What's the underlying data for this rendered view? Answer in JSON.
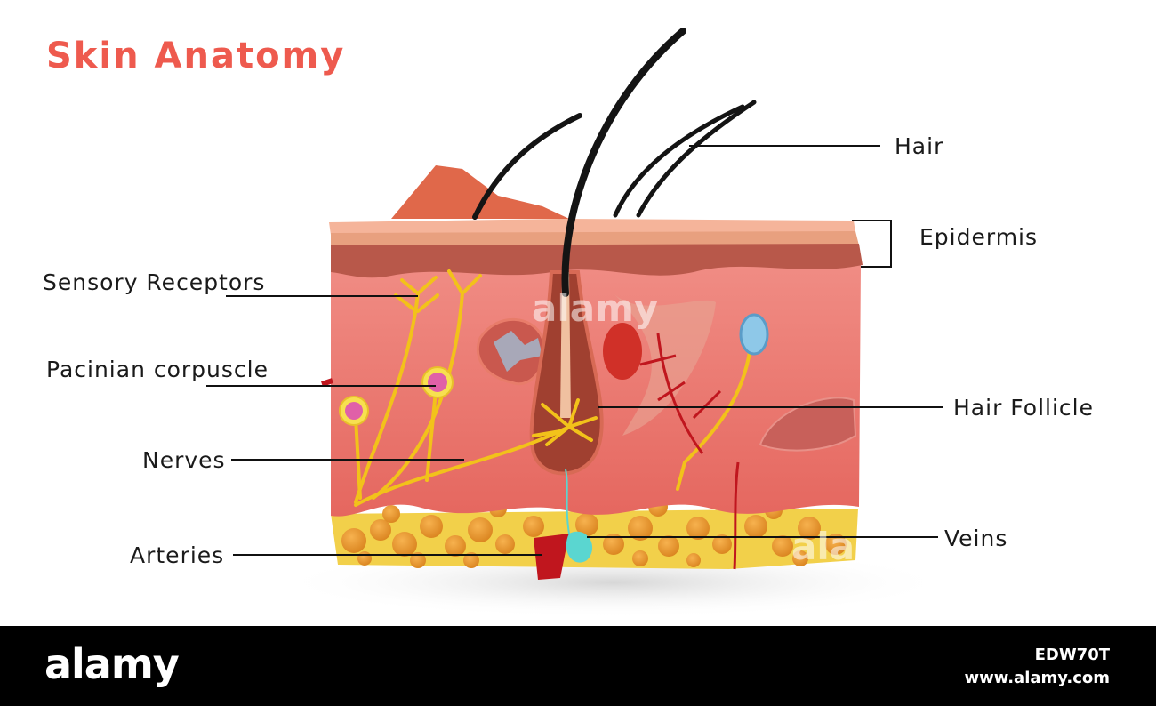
{
  "title": "Skin Anatomy",
  "colors": {
    "title": "#ee5a4e",
    "epidermis": "#b8584a",
    "dermis": "#e87b72",
    "fat": "#f0a036",
    "nerve": "#f2c21a",
    "artery": "#c0161e",
    "vein": "#5ad6d0",
    "hair": "#141414"
  },
  "labels": {
    "hair": "Hair",
    "epidermis": "Epidermis",
    "sensory_receptors": "Sensory Receptors",
    "pacinian_corpuscle": "Pacinian corpuscle",
    "hair_follicle": "Hair Follicle",
    "nerves": "Nerves",
    "arteries": "Arteries",
    "veins": "Veins"
  },
  "watermark": "alamy",
  "footer": {
    "brand": "alamy",
    "image_id": "EDW70T",
    "site": "www.alamy.com"
  }
}
